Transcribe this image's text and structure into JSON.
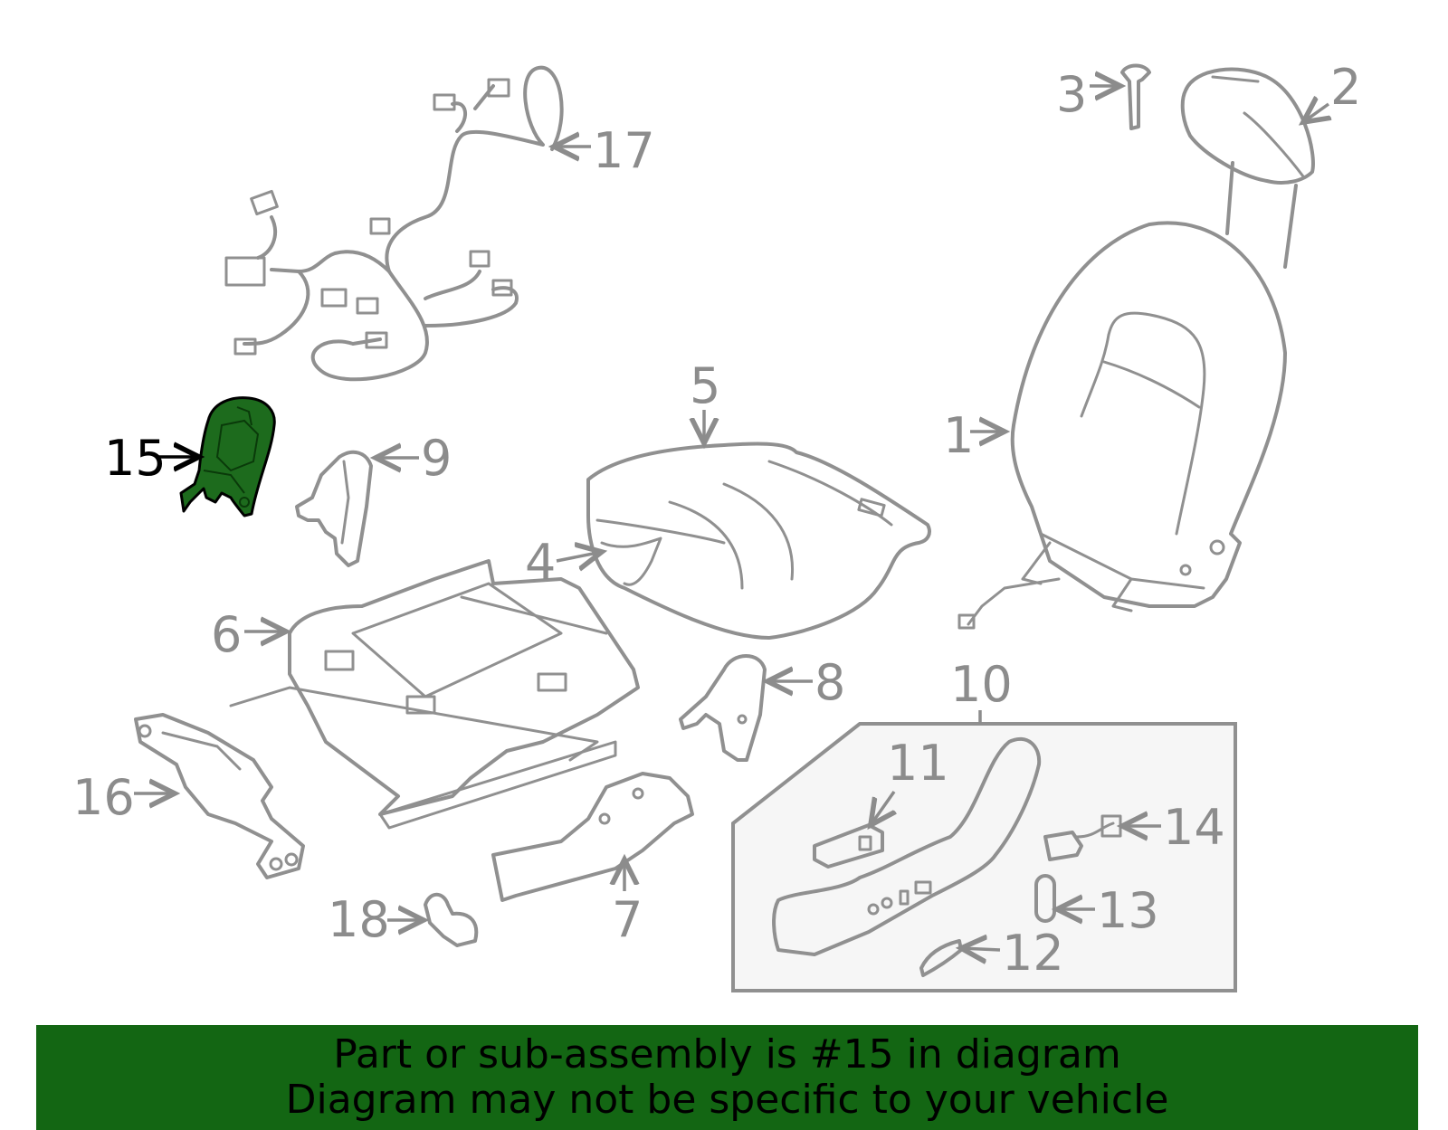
{
  "diagram": {
    "highlighted_part": "15",
    "highlight_color": "#1d6b1d",
    "line_color": "#909090",
    "callouts": [
      "1",
      "2",
      "3",
      "4",
      "5",
      "6",
      "7",
      "8",
      "9",
      "10",
      "11",
      "12",
      "13",
      "14",
      "15",
      "16",
      "17",
      "18"
    ]
  },
  "banner": {
    "background": "#136613",
    "line1": "Part or sub-assembly is #15 in diagram",
    "line2": "Diagram may not be specific to your vehicle"
  }
}
